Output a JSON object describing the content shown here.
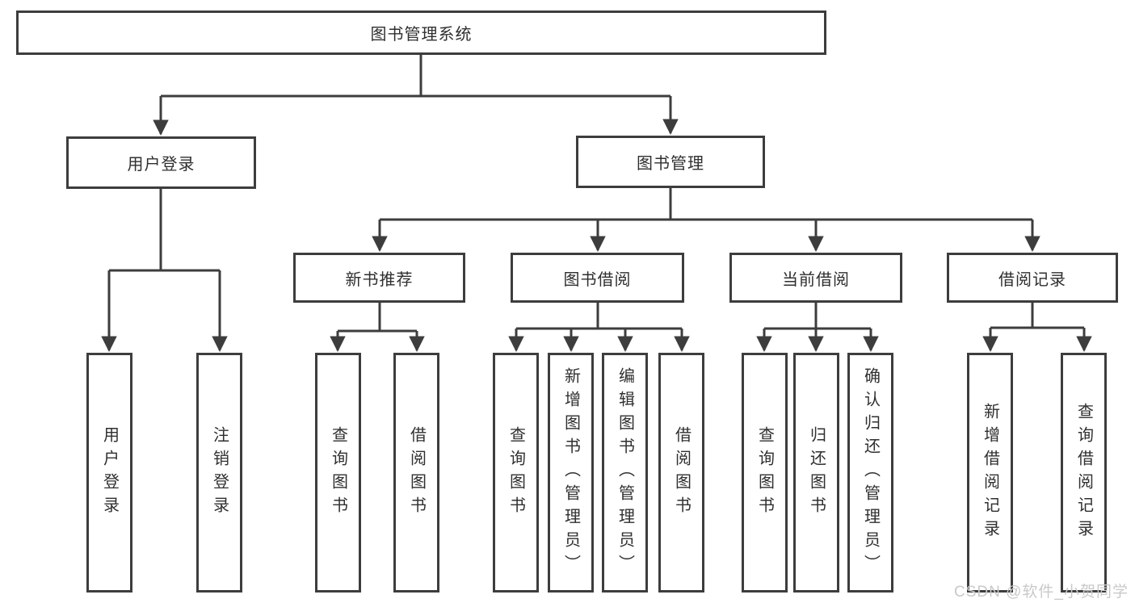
{
  "diagram": {
    "root": {
      "label": "图书管理系统"
    },
    "user_login_branch": {
      "label": "用户登录",
      "children": [
        {
          "label": "用户登录"
        },
        {
          "label": "注销登录"
        }
      ]
    },
    "book_mgmt_branch": {
      "label": "图书管理",
      "sections": [
        {
          "label": "新书推荐",
          "children": [
            {
              "label": "查询图书"
            },
            {
              "label": "借阅图书"
            }
          ]
        },
        {
          "label": "图书借阅",
          "children": [
            {
              "label": "查询图书"
            },
            {
              "label": "新增图书（管理员）"
            },
            {
              "label": "编辑图书（管理员）"
            },
            {
              "label": "借阅图书"
            }
          ]
        },
        {
          "label": "当前借阅",
          "children": [
            {
              "label": "查询图书"
            },
            {
              "label": "归还图书"
            },
            {
              "label": "确认归还（管理员）"
            }
          ]
        },
        {
          "label": "借阅记录",
          "children": [
            {
              "label": "新增借阅记录"
            },
            {
              "label": "查询借阅记录"
            }
          ]
        }
      ]
    }
  },
  "watermark": "CSDN @软件_小贺同学",
  "colors": {
    "line": "#3d3d3d",
    "text": "#2f2f2f",
    "watermark": "#c9c9c9",
    "background": "#ffffff"
  }
}
